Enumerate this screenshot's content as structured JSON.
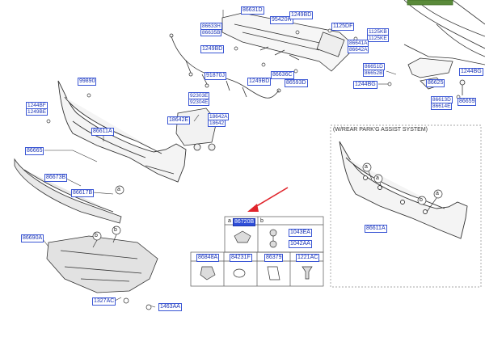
{
  "colors": {
    "label_text": "#1a33b5",
    "label_border": "#3a56d4",
    "highlight": "#2f4fd8",
    "arrow": "#e0242b",
    "line": "#333333"
  },
  "inset": {
    "title": "(W/REAR PARK'G ASSIST SYSTEM)"
  },
  "labels": {
    "p86631D": "86631D",
    "p86633H": "86633H",
    "p86635B": "86635B",
    "p95420H": "95420H",
    "p1249BD_a": "1249BD",
    "p1125DF": "1125DF",
    "p1125KB": "1125KB",
    "p1125KE": "1125KE",
    "p86641A": "86641A",
    "p86642A": "86642A",
    "p1249BD_b": "1249BD",
    "p91870J": "91870J",
    "p1249BD_c": "1249BD",
    "p86636C": "86636C",
    "p86593D": "86593D",
    "p86651D": "86651D",
    "p86652B": "86652B",
    "p1244BG_a": "1244BG",
    "p1244BG_b": "1244BG",
    "p86625": "86625",
    "p86613D": "86613D",
    "p86614E": "86614E",
    "p86659": "86659",
    "p99890": "99890",
    "p1244BF": "1244BF",
    "p1249BE": "1249BE",
    "p92303E": "92303E",
    "p92304E": "92304E",
    "p18642E": "18642E",
    "p18642A": "18642A",
    "p18642": "18642",
    "p86611A": "86611A",
    "p86665": "86665",
    "p86673B": "86673B",
    "p86617B": "86617B",
    "p86690A": "86690A",
    "p1327AC": "1327AC",
    "p1463AA": "1463AA",
    "p86611A_inset": "86611A",
    "p86720B": "86720B",
    "p1043EA": "1043EA",
    "p1042AA": "1042AA",
    "p86848A": "86848A",
    "p84231F": "84231F",
    "p86379": "86379",
    "p1221AC": "1221AC"
  },
  "tags": {
    "a": "a",
    "b": "b"
  }
}
